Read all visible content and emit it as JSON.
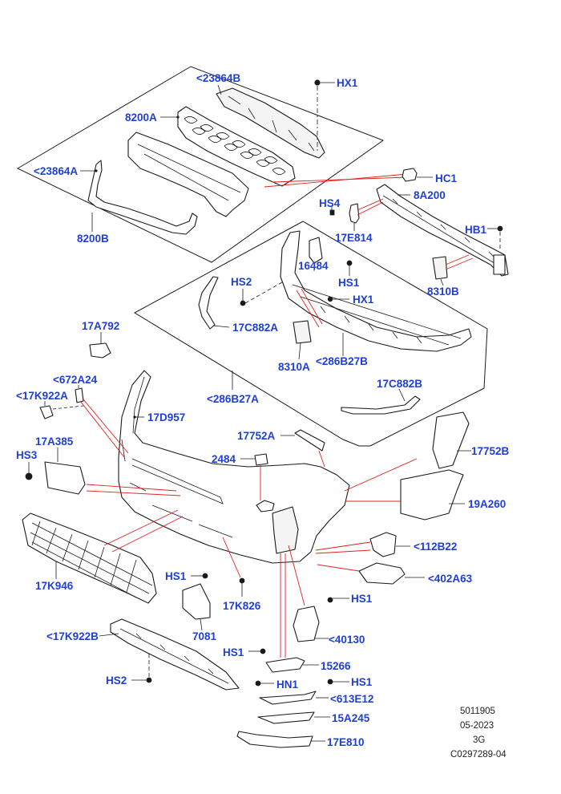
{
  "diagram": {
    "callouts": [
      {
        "id": "c-23864b-top",
        "text": "<23864B"
      },
      {
        "id": "c-hx1-top",
        "text": "HX1"
      },
      {
        "id": "c-8200a",
        "text": "8200A"
      },
      {
        "id": "c-23864a",
        "text": "<23864A"
      },
      {
        "id": "c-hc1",
        "text": "HC1"
      },
      {
        "id": "c-hs4",
        "text": "HS4"
      },
      {
        "id": "c-8a200",
        "text": "8A200"
      },
      {
        "id": "c-8200b",
        "text": "8200B"
      },
      {
        "id": "c-17e814",
        "text": "17E814"
      },
      {
        "id": "c-hb1",
        "text": "HB1"
      },
      {
        "id": "c-16484",
        "text": "16484"
      },
      {
        "id": "c-hs2-mid",
        "text": "HS2"
      },
      {
        "id": "c-hs1-mid",
        "text": "HS1"
      },
      {
        "id": "c-8310b",
        "text": "8310B"
      },
      {
        "id": "c-hx1-mid",
        "text": "HX1"
      },
      {
        "id": "c-17a792",
        "text": "17A792"
      },
      {
        "id": "c-17c882a",
        "text": "17C882A"
      },
      {
        "id": "c-8310a",
        "text": "8310A"
      },
      {
        "id": "c-286b27b",
        "text": "<286B27B"
      },
      {
        "id": "c-672a24",
        "text": "<672A24"
      },
      {
        "id": "c-17k922a",
        "text": "<17K922A"
      },
      {
        "id": "c-17c882b",
        "text": "17C882B"
      },
      {
        "id": "c-286b27a",
        "text": "<286B27A"
      },
      {
        "id": "c-17d957",
        "text": "17D957"
      },
      {
        "id": "c-17a385",
        "text": "17A385"
      },
      {
        "id": "c-17752a",
        "text": "17752A"
      },
      {
        "id": "c-hs3",
        "text": "HS3"
      },
      {
        "id": "c-17752b",
        "text": "17752B"
      },
      {
        "id": "c-2484",
        "text": "2484"
      },
      {
        "id": "c-19a260",
        "text": "19A260"
      },
      {
        "id": "c-112b22",
        "text": "<112B22"
      },
      {
        "id": "c-402a63",
        "text": "<402A63"
      },
      {
        "id": "c-hs1-left",
        "text": "HS1"
      },
      {
        "id": "c-17k946",
        "text": "17K946"
      },
      {
        "id": "c-17k826",
        "text": "17K826"
      },
      {
        "id": "c-hs1-right",
        "text": "HS1"
      },
      {
        "id": "c-7081",
        "text": "7081"
      },
      {
        "id": "c-17k922b",
        "text": "<17K922B"
      },
      {
        "id": "c-40130",
        "text": "<40130"
      },
      {
        "id": "c-hs1-lower",
        "text": "HS1"
      },
      {
        "id": "c-15266",
        "text": "15266"
      },
      {
        "id": "c-hs2-lower",
        "text": "HS2"
      },
      {
        "id": "c-hn1",
        "text": "HN1"
      },
      {
        "id": "c-hs1-bottom",
        "text": "HS1"
      },
      {
        "id": "c-613e12",
        "text": "<613E12"
      },
      {
        "id": "c-15a245",
        "text": "15A245"
      },
      {
        "id": "c-17e810",
        "text": "17E810"
      }
    ],
    "info_block": {
      "drawing_number": "5011905",
      "date": "05-2023",
      "code": "3G",
      "reference": "C0297289-04"
    }
  }
}
